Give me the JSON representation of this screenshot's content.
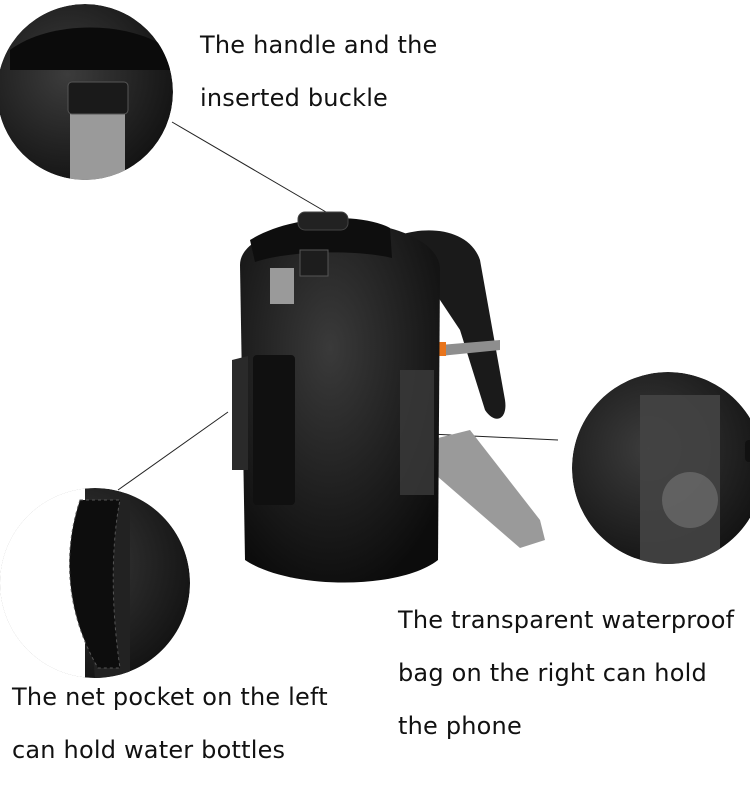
{
  "callouts": {
    "handle": {
      "line1": "The handle and the",
      "line2": "inserted buckle"
    },
    "net_pocket": {
      "line1": "The net pocket on the left",
      "line2": "can hold water bottles"
    },
    "phone_bag": {
      "line1": "The transparent waterproof",
      "line2": "bag on the right can hold",
      "line3": "the phone"
    }
  },
  "colors": {
    "bag": "#151515",
    "strap_gray": "#8e8e8e",
    "buckle_accent": "#e8741c"
  }
}
